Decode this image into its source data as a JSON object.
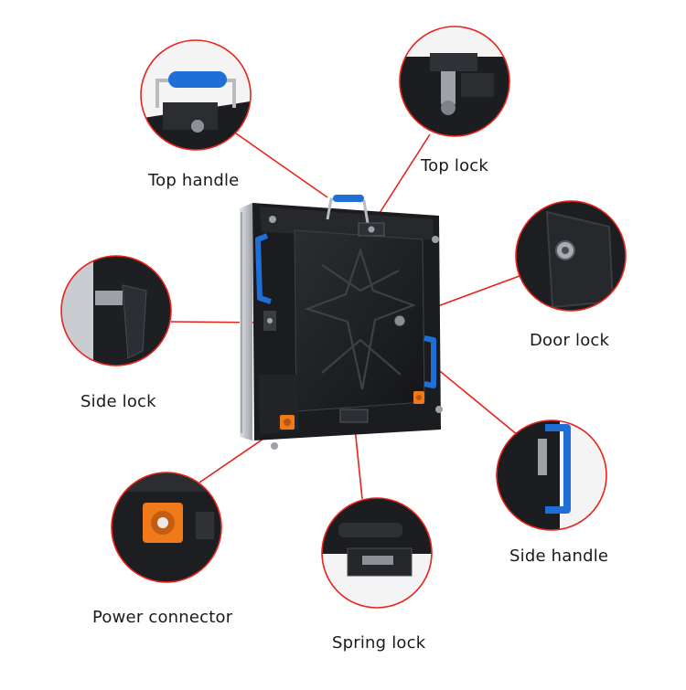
{
  "labels": {
    "top_handle": "Top handle",
    "top_lock": "Top lock",
    "door_lock": "Door lock",
    "side_lock": "Side lock",
    "side_handle": "Side handle",
    "power_connector": "Power connector",
    "spring_lock": "Spring lock"
  },
  "colors": {
    "callout_line": "#e8231a",
    "callout_ring": "#e8231a",
    "handle_blue": "#1f6fd6",
    "connector_orange": "#f07a1a",
    "cabinet_dark": "#1e1f22",
    "frame_silver": "#c9ccd0"
  }
}
